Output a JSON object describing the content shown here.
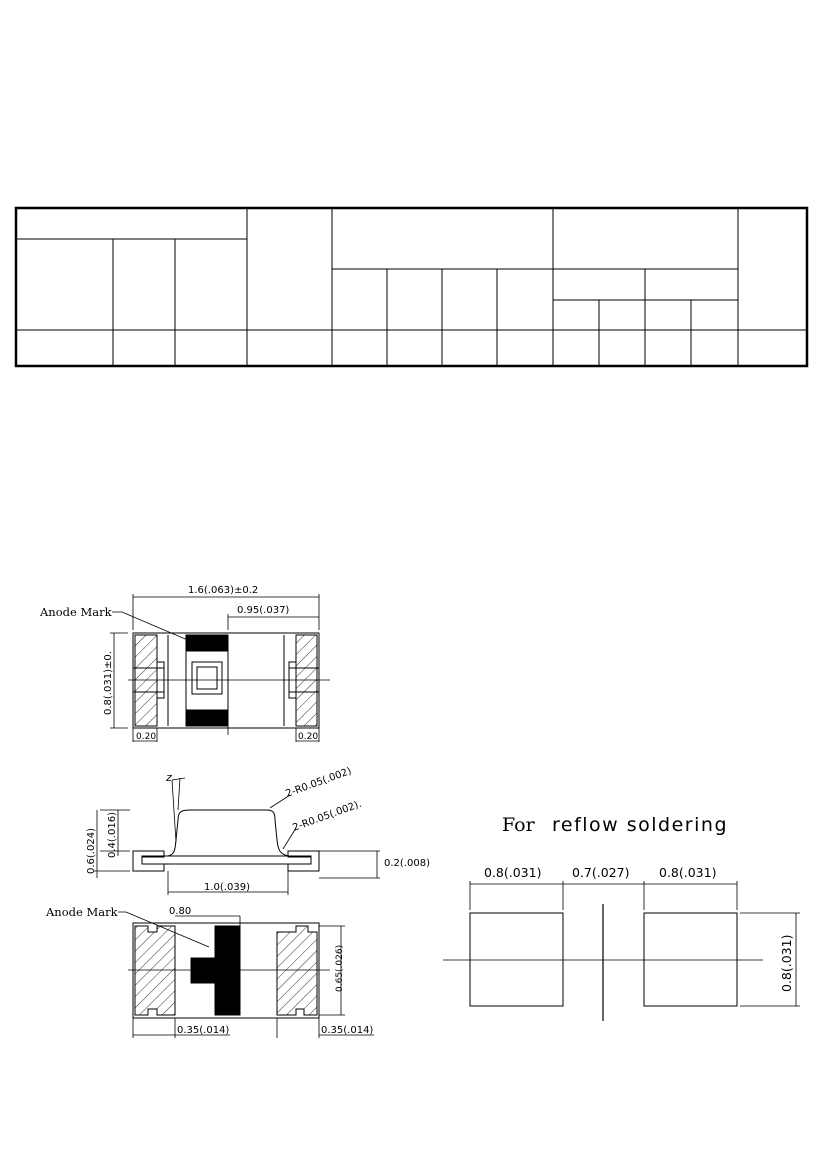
{
  "top_view": {
    "anode_mark_label": "Anode Mark",
    "length_dim": "1.6(.063)±0.2",
    "partial_dim": "0.95(.037)",
    "width_dim": "0.8(.031)±0.",
    "left_term_dim": "0.20",
    "right_term_dim": "0.20"
  },
  "side_view": {
    "radius_top": "2-R0.05(.002)",
    "radius_bottom": "2-R0.05(.002).",
    "angle_mark": "z",
    "total_height_dim": "0.6(.024)",
    "body_height_dim": "0.4(.016)",
    "base_height_dim": "0.2(.008)",
    "base_width_dim": "1.0(.039)"
  },
  "bottom_view": {
    "anode_mark_label": "Anode Mark",
    "mark_dim": "0.80",
    "height_dim": "0.65(.026)",
    "left_pad_dim": "0.35(.014)",
    "right_pad_dim": "0.35(.014)"
  },
  "reflow": {
    "title_word": "For",
    "title_rest": "reflow soldering",
    "pad_width_left": "0.8(.031)",
    "gap_dim": "0.7(.027)",
    "pad_width_right": "0.8(.031)",
    "pad_height": "0.8(.031)"
  },
  "colors": {
    "ink": "#000000",
    "paper": "#ffffff"
  }
}
